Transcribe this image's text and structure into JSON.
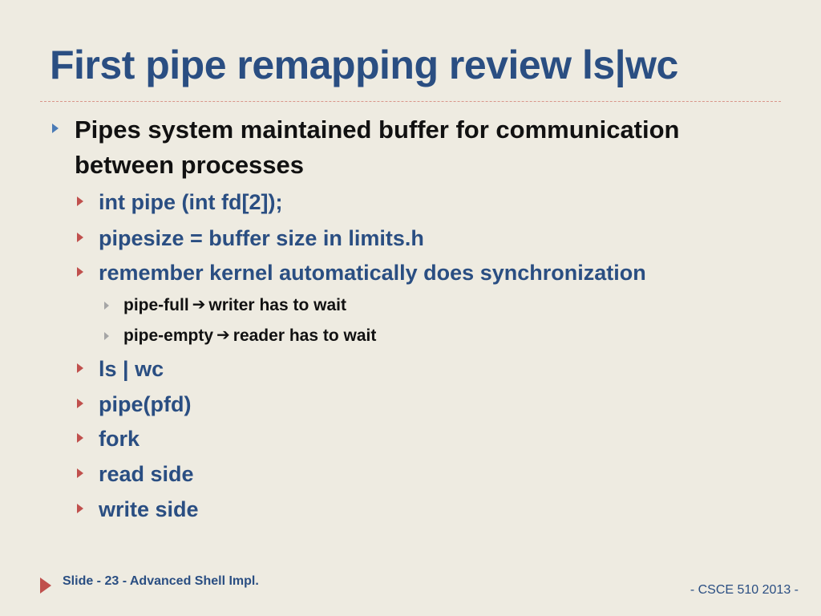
{
  "slide": {
    "title": "First pipe remapping review ls|wc",
    "items": [
      {
        "level": 1,
        "text_line1": "Pipes system maintained buffer for communication",
        "text_line2": "between processes"
      },
      {
        "level": 2,
        "text": "int pipe (int fd[2]);"
      },
      {
        "level": 2,
        "text": "pipesize = buffer size in limits.h"
      },
      {
        "level": 2,
        "text": "remember kernel automatically does synchronization"
      },
      {
        "level": 3,
        "before": "pipe-full",
        "after": "writer has to wait",
        "icon": "right-arrow-icon"
      },
      {
        "level": 3,
        "before": "pipe-empty",
        "after": "reader has to wait",
        "icon": "right-arrow-icon"
      },
      {
        "level": 2,
        "text": "ls | wc"
      },
      {
        "level": 2,
        "text": "pipe(pfd)"
      },
      {
        "level": 2,
        "text": "fork"
      },
      {
        "level": 2,
        "text": "read side"
      },
      {
        "level": 2,
        "text": "write side"
      }
    ]
  },
  "footer": {
    "left": "Slide - 23 -  Advanced Shell Impl.",
    "right": "- CSCE 510 2013 -"
  },
  "colors": {
    "background": "#eeebe1",
    "title": "#2a4e82",
    "accent_red": "#c0504d",
    "bullet_blue": "#4a7bb6"
  }
}
